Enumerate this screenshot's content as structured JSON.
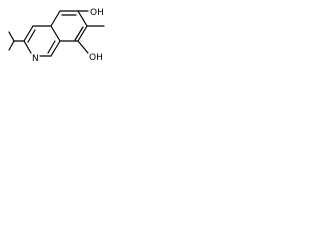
{
  "structure": {
    "atoms": {
      "hydroxyl_top": "OH",
      "hydroxyl_bottom": "OH",
      "ring_nitrogen": "N"
    }
  },
  "colors": {
    "bond": "#000000",
    "label": "#000000",
    "background": "#ffffff"
  }
}
